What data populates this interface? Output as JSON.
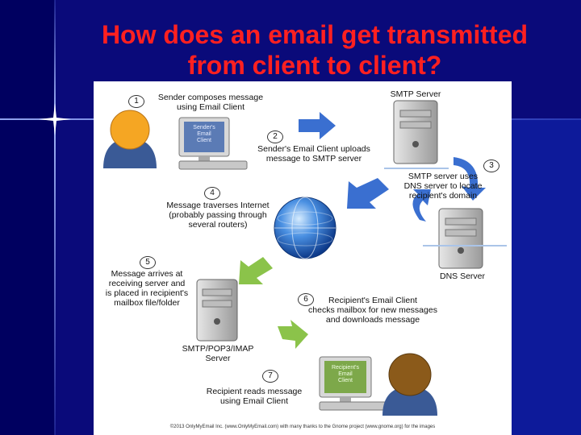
{
  "title": {
    "line1": "How does an email get transmitted",
    "line2": "from client to client?"
  },
  "diagram": {
    "steps": [
      {
        "num": "1",
        "line1": "Sender composes message",
        "line2": "using Email Client"
      },
      {
        "num": "2",
        "line1": "Sender's Email Client uploads",
        "line2": "message to SMTP server"
      },
      {
        "num": "3",
        "line1": "SMTP server uses",
        "line2": "DNS server to locate",
        "line3": "recipient's domain"
      },
      {
        "num": "4",
        "line1": "Message traverses Internet",
        "line2": "(probably passing through",
        "line3": "several routers)"
      },
      {
        "num": "5",
        "line1": "Message arrives at",
        "line2": "receiving server and",
        "line3": "is placed in recipient's",
        "line4": "mailbox file/folder"
      },
      {
        "num": "6",
        "line1": "Recipient's Email Client",
        "line2": "checks mailbox for new messages",
        "line3": "and downloads message"
      },
      {
        "num": "7",
        "line1": "Recipient reads message",
        "line2": "using Email Client"
      }
    ],
    "servers": {
      "smtp": "SMTP Server",
      "dns": "DNS Server",
      "recv_line1": "SMTP/POP3/IMAP",
      "recv_line2": "Server"
    },
    "screens": {
      "sender": [
        "Sender's",
        "Email",
        "Client"
      ],
      "recipient": [
        "Recipient's",
        "Email",
        "Client"
      ]
    },
    "credit": "©2013 OnlyMyEmail Inc. (www.OnlyMyEmail.com) with many thanks to the Gnome project (www.gnome.org) for the images",
    "colors": {
      "title": "#ff2020",
      "arrow_blue": "#3a6fd0",
      "arrow_green": "#8bc34a",
      "person_sender": "#f5a623",
      "person_recipient": "#8b5a1a",
      "sender_screen": "#5b7bb5",
      "recipient_screen": "#7da84a"
    }
  }
}
